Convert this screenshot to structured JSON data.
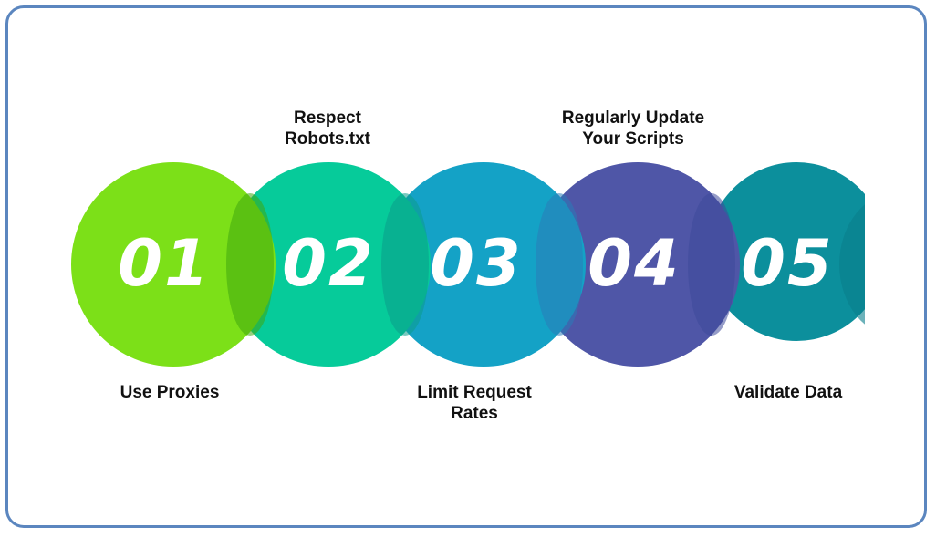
{
  "steps": [
    {
      "number": "01",
      "label": "Use Proxies",
      "color": "#7ce018"
    },
    {
      "number": "02",
      "label_line1": "Respect",
      "label_line2": "Robots.txt",
      "color": "#06cb9a"
    },
    {
      "number": "03",
      "label_line1": "Limit Request",
      "label_line2": "Rates",
      "color": "#14a2c6"
    },
    {
      "number": "04",
      "label_line1": "Regularly Update",
      "label_line2": "Your Scripts",
      "color": "#4f56a7"
    },
    {
      "number": "05",
      "label": "Validate Data",
      "color": "#0c8f9c"
    }
  ]
}
